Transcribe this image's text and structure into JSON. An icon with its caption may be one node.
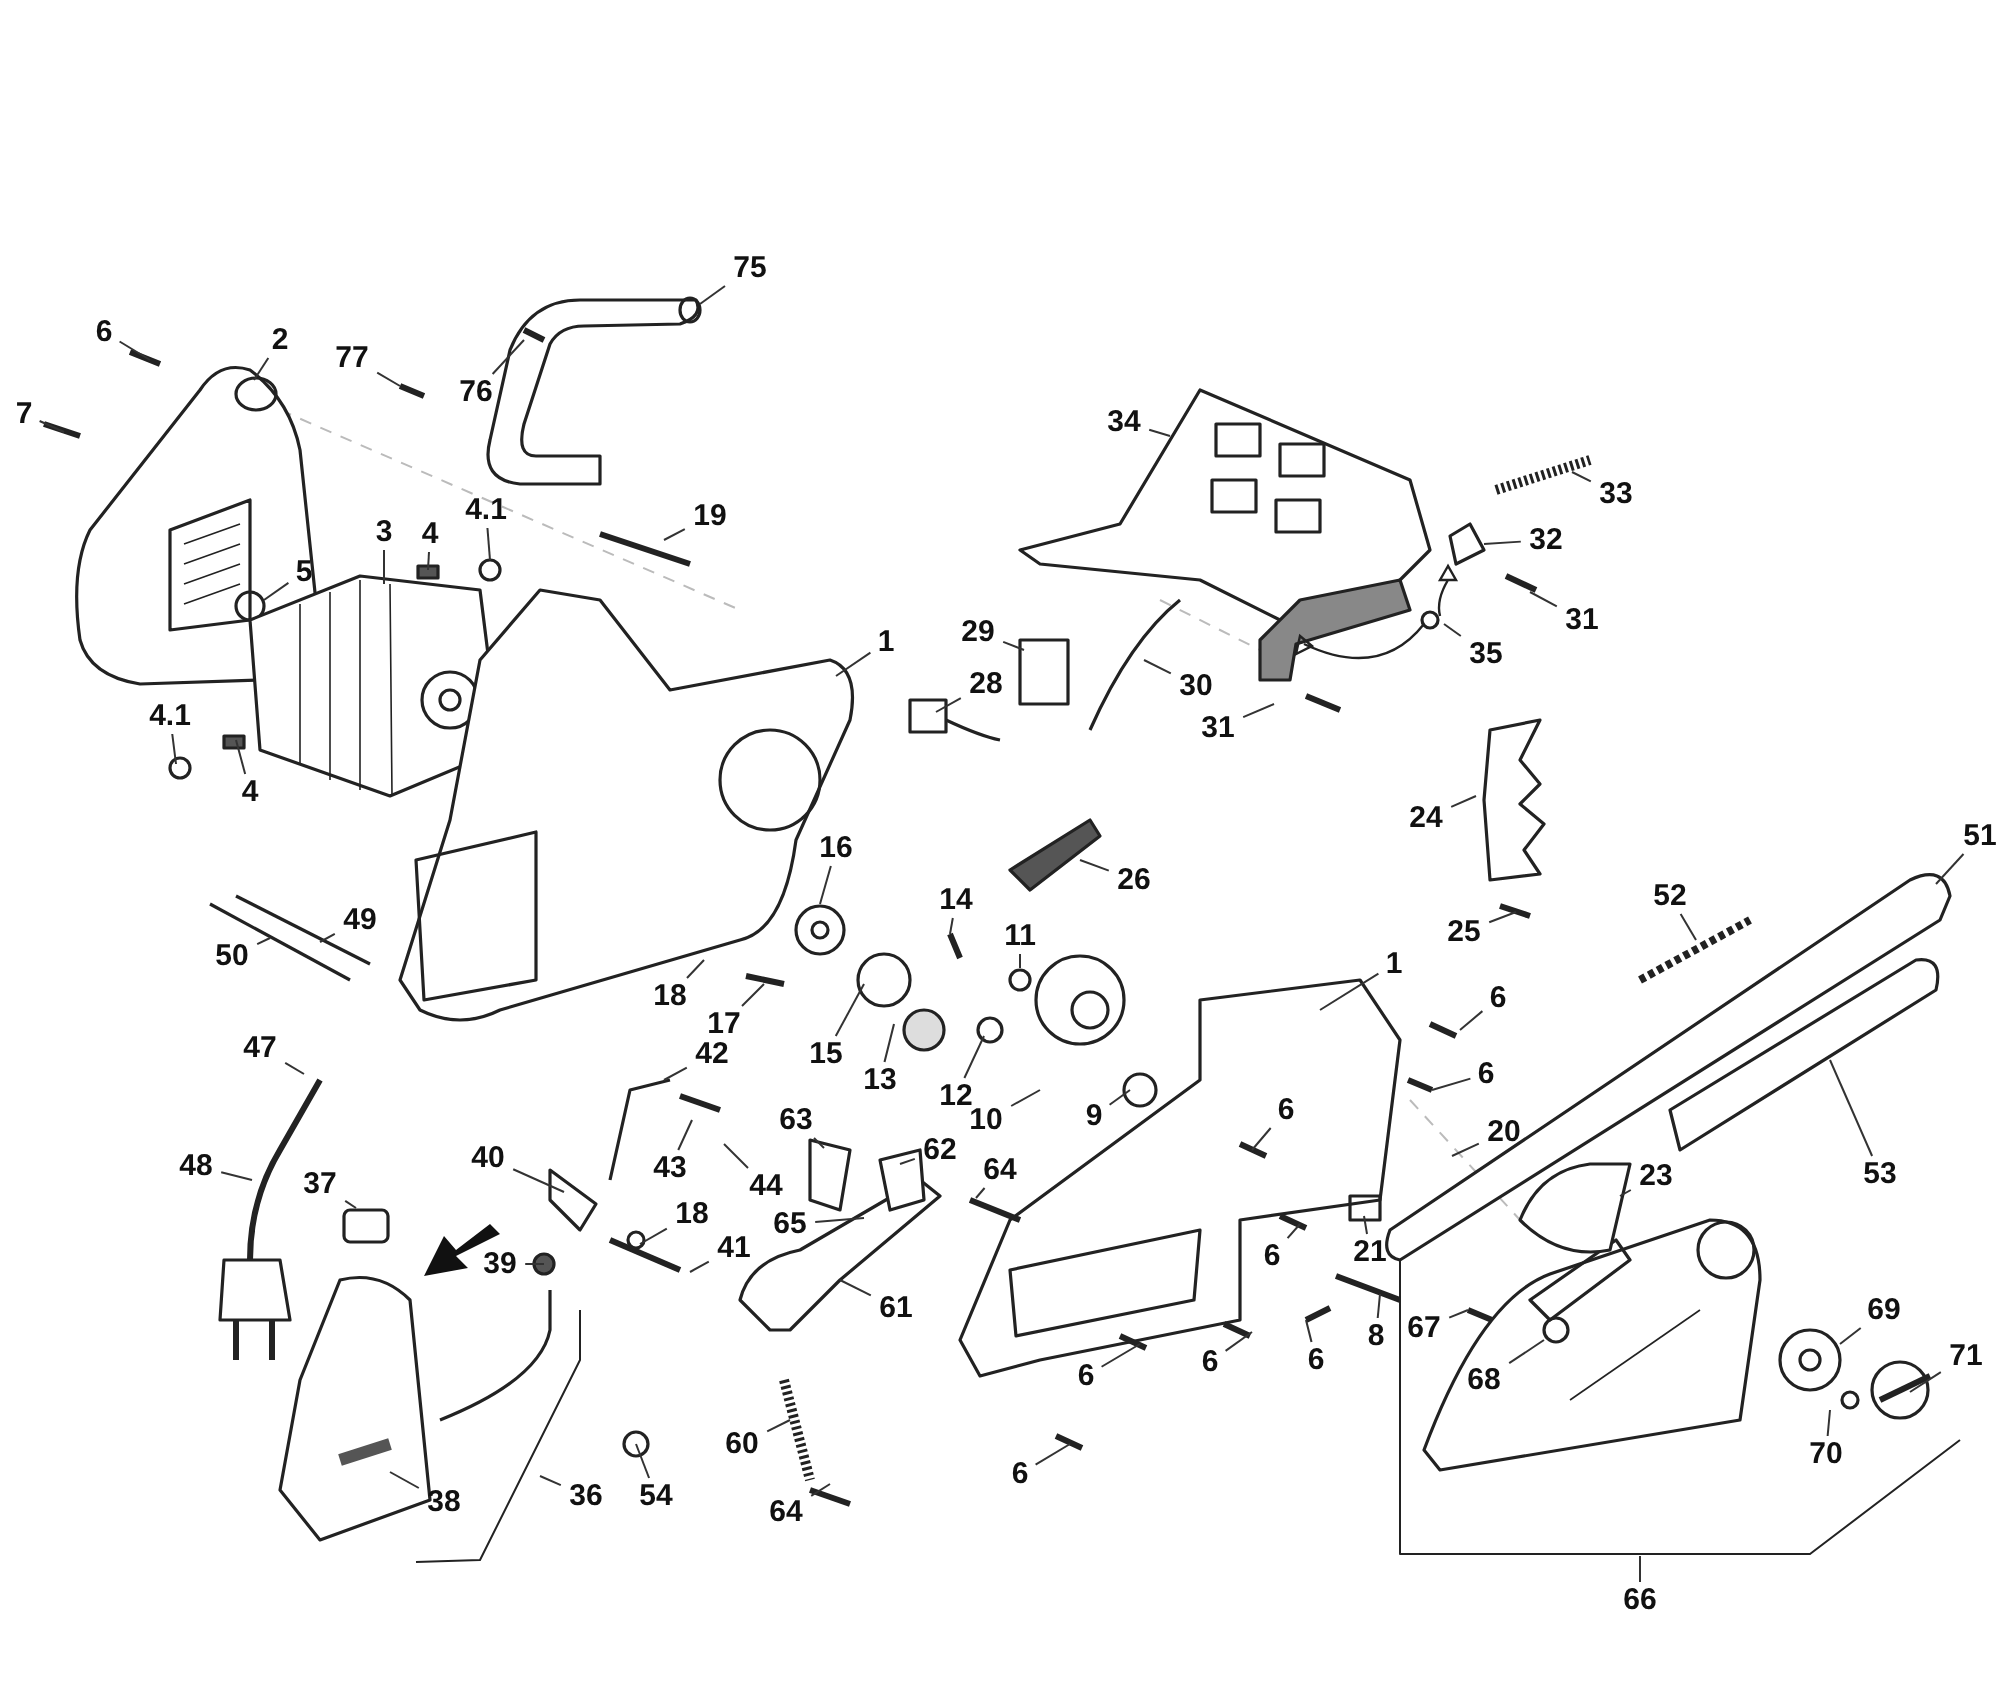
{
  "diagram": {
    "nodes": [
      {
        "text": [
          "76"
        ]
      },
      {
        "text": [
          "75"
        ]
      },
      {
        "text": [
          "34"
        ]
      },
      {
        "text": [
          "6"
        ]
      },
      {
        "text": [
          "2"
        ]
      },
      {
        "text": [
          "77"
        ]
      },
      {
        "text": [
          "7"
        ]
      },
      {
        "text": [
          "33"
        ]
      },
      {
        "text": [
          "4.1"
        ]
      },
      {
        "text": [
          "19"
        ]
      },
      {
        "text": [
          "3"
        ]
      },
      {
        "text": [
          "4"
        ]
      },
      {
        "text": [
          "32"
        ]
      },
      {
        "text": [
          "5"
        ]
      },
      {
        "text": [
          "31"
        ]
      },
      {
        "text": [
          "29"
        ]
      },
      {
        "text": [
          "1"
        ]
      },
      {
        "text": [
          "35"
        ]
      },
      {
        "text": [
          "28"
        ]
      },
      {
        "text": [
          "30"
        ]
      },
      {
        "text": [
          "4.1"
        ]
      },
      {
        "text": [
          "31"
        ]
      },
      {
        "text": [
          "4"
        ]
      },
      {
        "text": [
          "24"
        ]
      },
      {
        "text": [
          "51"
        ]
      },
      {
        "text": [
          "16"
        ]
      },
      {
        "text": [
          "26"
        ]
      },
      {
        "text": [
          "52"
        ]
      },
      {
        "text": [
          "14"
        ]
      },
      {
        "text": [
          "25"
        ]
      },
      {
        "text": [
          "49"
        ]
      },
      {
        "text": [
          "11"
        ]
      },
      {
        "text": [
          "50"
        ]
      },
      {
        "text": [
          "1"
        ]
      },
      {
        "text": [
          "18"
        ]
      },
      {
        "text": [
          "6"
        ]
      },
      {
        "text": [
          "17"
        ]
      },
      {
        "text": [
          "47"
        ]
      },
      {
        "text": [
          "15"
        ]
      },
      {
        "text": [
          "42"
        ]
      },
      {
        "text": [
          "13"
        ]
      },
      {
        "text": [
          "6"
        ]
      },
      {
        "text": [
          "12"
        ]
      },
      {
        "text": [
          "10"
        ]
      },
      {
        "text": [
          "9"
        ]
      },
      {
        "text": [
          "20"
        ]
      },
      {
        "text": [
          "6"
        ]
      },
      {
        "text": [
          "63"
        ]
      },
      {
        "text": [
          "62"
        ]
      },
      {
        "text": [
          "40"
        ]
      },
      {
        "text": [
          "48"
        ]
      },
      {
        "text": [
          "43"
        ]
      },
      {
        "text": [
          "64"
        ]
      },
      {
        "text": [
          "23"
        ]
      },
      {
        "text": [
          "53"
        ]
      },
      {
        "text": [
          "44"
        ]
      },
      {
        "text": [
          "37"
        ]
      },
      {
        "text": [
          "18"
        ]
      },
      {
        "text": [
          "65"
        ]
      },
      {
        "text": [
          "41"
        ]
      },
      {
        "text": [
          "21"
        ]
      },
      {
        "text": [
          "6"
        ]
      },
      {
        "text": [
          "39"
        ]
      },
      {
        "text": [
          "61"
        ]
      },
      {
        "text": [
          "69"
        ]
      },
      {
        "text": [
          "8"
        ]
      },
      {
        "text": [
          "67"
        ]
      },
      {
        "text": [
          "71"
        ]
      },
      {
        "text": [
          "6"
        ]
      },
      {
        "text": [
          "6"
        ]
      },
      {
        "text": [
          "68"
        ]
      },
      {
        "text": [
          "6"
        ]
      },
      {
        "text": [
          "60"
        ]
      },
      {
        "text": [
          "70"
        ]
      },
      {
        "text": [
          "6"
        ]
      },
      {
        "text": [
          "36"
        ]
      },
      {
        "text": [
          "54"
        ]
      },
      {
        "text": [
          "38"
        ]
      },
      {
        "text": [
          "64"
        ]
      },
      {
        "text": [
          "66"
        ]
      }
    ],
    "edges": [
      {
        "from": 0,
        "to": null,
        "arrow": "none"
      },
      {
        "from": 1,
        "to": null,
        "arrow": "none"
      },
      {
        "from": 2,
        "to": null,
        "arrow": "none"
      },
      {
        "from": 3,
        "to": null,
        "arrow": "none"
      },
      {
        "from": 4,
        "to": null,
        "arrow": "none"
      },
      {
        "from": 5,
        "to": null,
        "arrow": "none"
      },
      {
        "from": 6,
        "to": null,
        "arrow": "none"
      },
      {
        "from": 7,
        "to": null,
        "arrow": "none"
      },
      {
        "from": 8,
        "to": null,
        "arrow": "none"
      },
      {
        "from": 9,
        "to": null,
        "arrow": "none"
      },
      {
        "from": 10,
        "to": null,
        "arrow": "none"
      },
      {
        "from": 11,
        "to": null,
        "arrow": "none"
      },
      {
        "from": 12,
        "to": null,
        "arrow": "none"
      },
      {
        "from": 13,
        "to": null,
        "arrow": "none"
      },
      {
        "from": 14,
        "to": null,
        "arrow": "none"
      },
      {
        "from": 15,
        "to": null,
        "arrow": "none"
      },
      {
        "from": 16,
        "to": null,
        "arrow": "none"
      },
      {
        "from": 17,
        "to": null,
        "arrow": "none"
      },
      {
        "from": 18,
        "to": null,
        "arrow": "none"
      },
      {
        "from": 19,
        "to": null,
        "arrow": "none"
      },
      {
        "from": 20,
        "to": null,
        "arrow": "none"
      },
      {
        "from": 21,
        "to": null,
        "arrow": "none"
      },
      {
        "from": 22,
        "to": null,
        "arrow": "none"
      },
      {
        "from": 23,
        "to": null,
        "arrow": "none"
      },
      {
        "from": 24,
        "to": null,
        "arrow": "none"
      },
      {
        "from": 25,
        "to": null,
        "arrow": "none"
      },
      {
        "from": 26,
        "to": null,
        "arrow": "none"
      },
      {
        "from": 27,
        "to": null,
        "arrow": "none"
      },
      {
        "from": 28,
        "to": null,
        "arrow": "none"
      },
      {
        "from": 29,
        "to": null,
        "arrow": "none"
      },
      {
        "from": 30,
        "to": null,
        "arrow": "none"
      },
      {
        "from": 31,
        "to": null,
        "arrow": "none"
      },
      {
        "from": 32,
        "to": null,
        "arrow": "none"
      },
      {
        "from": 33,
        "to": null,
        "arrow": "none"
      },
      {
        "from": 34,
        "to": null,
        "arrow": "none"
      },
      {
        "from": 35,
        "to": null,
        "arrow": "none"
      },
      {
        "from": 36,
        "to": null,
        "arrow": "none"
      },
      {
        "from": 37,
        "to": null,
        "arrow": "none"
      },
      {
        "from": 38,
        "to": null,
        "arrow": "none"
      },
      {
        "from": 39,
        "to": null,
        "arrow": "none"
      },
      {
        "from": 40,
        "to": null,
        "arrow": "none"
      },
      {
        "from": 41,
        "to": null,
        "arrow": "none"
      },
      {
        "from": 42,
        "to": null,
        "arrow": "none"
      },
      {
        "from": 43,
        "to": null,
        "arrow": "none"
      },
      {
        "from": 44,
        "to": null,
        "arrow": "none"
      },
      {
        "from": 45,
        "to": null,
        "arrow": "none"
      },
      {
        "from": 46,
        "to": null,
        "arrow": "none"
      },
      {
        "from": 47,
        "to": null,
        "arrow": "none"
      },
      {
        "from": 48,
        "to": null,
        "arrow": "none"
      },
      {
        "from": 49,
        "to": null,
        "arrow": "none"
      },
      {
        "from": 50,
        "to": null,
        "arrow": "none"
      },
      {
        "from": 51,
        "to": null,
        "arrow": "none"
      },
      {
        "from": 52,
        "to": null,
        "arrow": "none"
      },
      {
        "from": 53,
        "to": null,
        "arrow": "none"
      },
      {
        "from": 54,
        "to": null,
        "arrow": "none"
      },
      {
        "from": 55,
        "to": null,
        "arrow": "none"
      },
      {
        "from": 56,
        "to": null,
        "arrow": "none"
      },
      {
        "from": 57,
        "to": null,
        "arrow": "none"
      },
      {
        "from": 58,
        "to": null,
        "arrow": "none"
      },
      {
        "from": 59,
        "to": null,
        "arrow": "none"
      },
      {
        "from": 60,
        "to": null,
        "arrow": "none"
      },
      {
        "from": 61,
        "to": null,
        "arrow": "none"
      },
      {
        "from": 62,
        "to": null,
        "arrow": "none"
      },
      {
        "from": 63,
        "to": null,
        "arrow": "none"
      },
      {
        "from": 64,
        "to": null,
        "arrow": "none"
      },
      {
        "from": 65,
        "to": null,
        "arrow": "none"
      },
      {
        "from": 66,
        "to": null,
        "arrow": "none"
      },
      {
        "from": 67,
        "to": null,
        "arrow": "none"
      },
      {
        "from": 68,
        "to": null,
        "arrow": "none"
      },
      {
        "from": 69,
        "to": null,
        "arrow": "none"
      },
      {
        "from": 70,
        "to": null,
        "arrow": "none"
      },
      {
        "from": 71,
        "to": null,
        "arrow": "none"
      },
      {
        "from": 72,
        "to": null,
        "arrow": "none"
      },
      {
        "from": 73,
        "to": null,
        "arrow": "none"
      },
      {
        "from": 74,
        "to": null,
        "arrow": "none"
      },
      {
        "from": 75,
        "to": null,
        "arrow": "none"
      },
      {
        "from": 76,
        "to": null,
        "arrow": "none"
      },
      {
        "from": 77,
        "to": null,
        "arrow": "none"
      },
      {
        "from": 78,
        "to": null,
        "arrow": "none"
      },
      {
        "from": 79,
        "to": null,
        "arrow": "none"
      }
    ]
  }
}
